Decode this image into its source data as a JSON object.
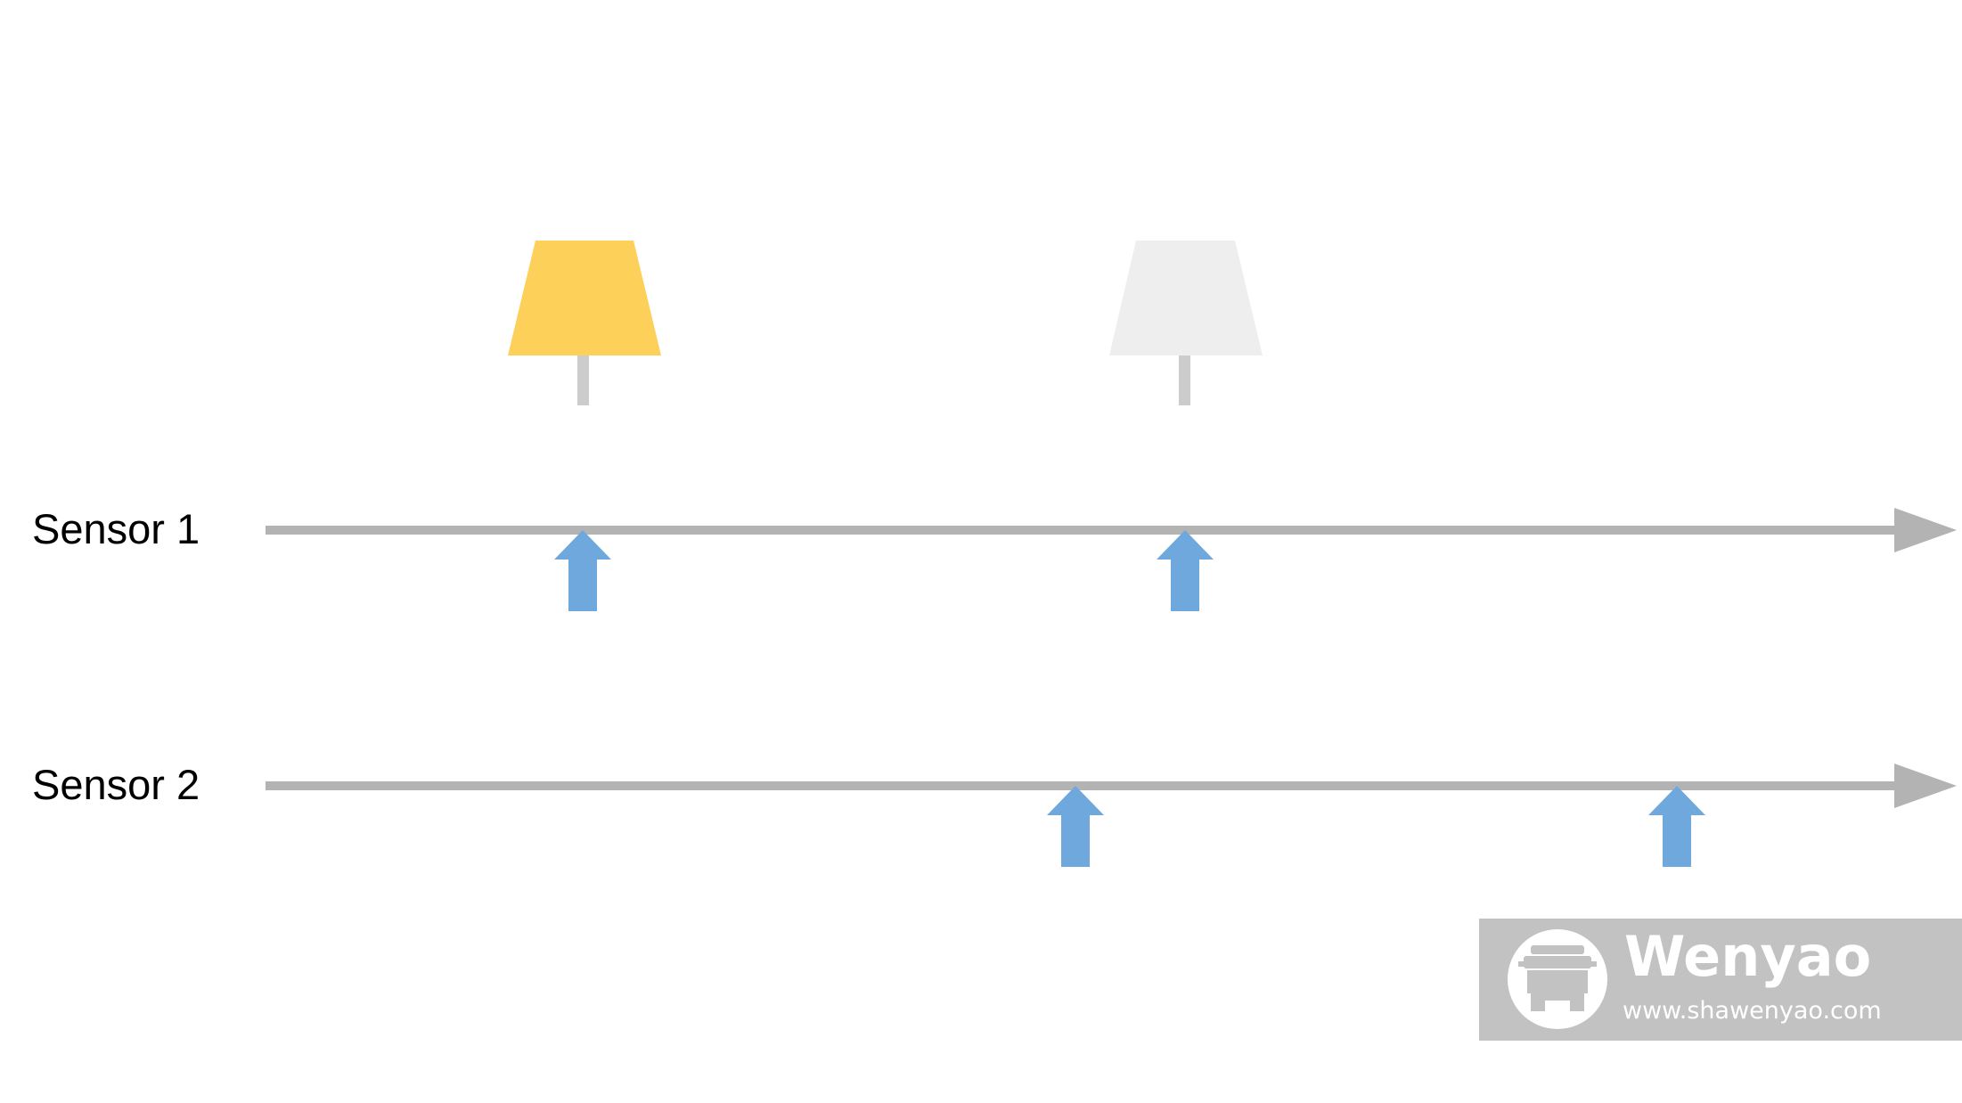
{
  "sensors": [
    {
      "label": "Sensor 1"
    },
    {
      "label": "Sensor 2"
    }
  ],
  "lamps": [
    {
      "state": "on",
      "color": "#fdd05a"
    },
    {
      "state": "off",
      "color": "#eeeeee"
    }
  ],
  "colors": {
    "timeline": "#b3b3b3",
    "event_arrow": "#6fa8dc",
    "lamp_stem": "#cccccc"
  },
  "badge": {
    "title": "Wenyao",
    "url": "www.shawenyao.com",
    "icon": "car-logo-icon"
  }
}
